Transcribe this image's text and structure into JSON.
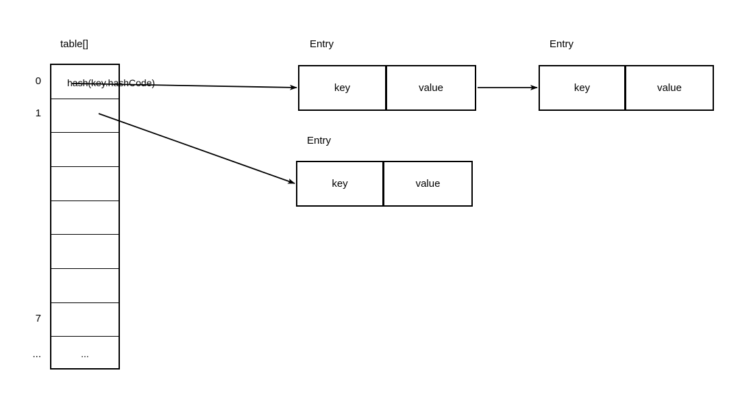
{
  "diagram": {
    "title_label": "table[]",
    "array": {
      "name": "table[]",
      "cells": [
        {
          "index_label": "0",
          "text": "hash(key.hashCode)"
        },
        {
          "index_label": "1",
          "text": ""
        },
        {
          "index_label": "",
          "text": ""
        },
        {
          "index_label": "",
          "text": ""
        },
        {
          "index_label": "",
          "text": ""
        },
        {
          "index_label": "",
          "text": ""
        },
        {
          "index_label": "",
          "text": ""
        },
        {
          "index_label": "7",
          "text": ""
        },
        {
          "index_label": "...",
          "text": "..."
        }
      ]
    },
    "entries": [
      {
        "label": "Entry",
        "key_text": "key",
        "value_text": "value"
      },
      {
        "label": "Entry",
        "key_text": "key",
        "value_text": "value"
      },
      {
        "label": "Entry",
        "key_text": "key",
        "value_text": "value"
      }
    ],
    "connections": [
      {
        "from": "table-cell-0",
        "to": "entry-1",
        "style": "arrow"
      },
      {
        "from": "entry-1",
        "to": "entry-2",
        "style": "arrow"
      },
      {
        "from": "table-cell-1",
        "to": "entry-3",
        "style": "arrow"
      }
    ],
    "colors": {
      "stroke": "#000000",
      "background": "#ffffff",
      "text": "#000000"
    }
  }
}
